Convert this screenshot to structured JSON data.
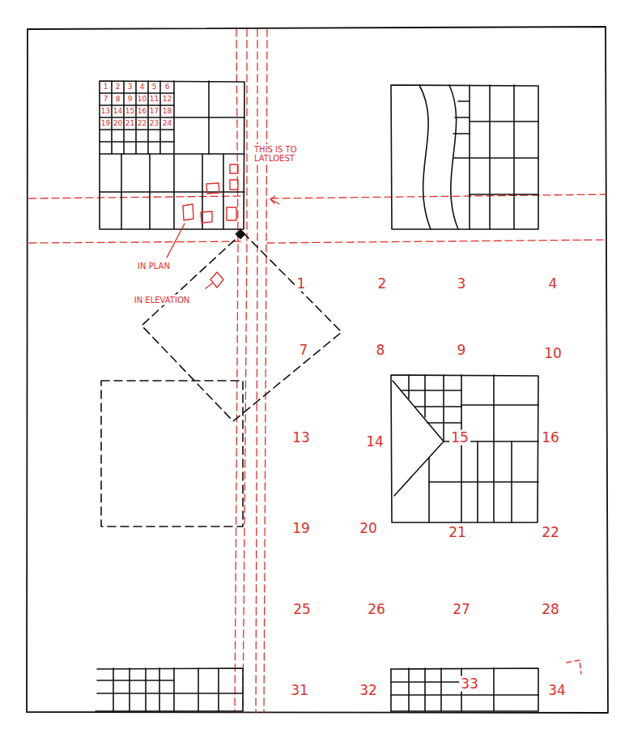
{
  "diagram": {
    "labels": [
      "1",
      "2",
      "3",
      "4",
      "5",
      "6",
      "7",
      "8",
      "9",
      "10",
      "11",
      "12",
      "13",
      "14",
      "15",
      "16",
      "17",
      "18",
      "19",
      "20",
      "21",
      "22",
      "23",
      "24",
      "THIS IS TO LATLOEST",
      "IN PLAN",
      "IN ELEVATION",
      "1",
      "2",
      "3",
      "4",
      "7",
      "8",
      "9",
      "10",
      "13",
      "14",
      "15",
      "16",
      "19",
      "20",
      "21",
      "22",
      "25",
      "26",
      "27",
      "28",
      "31",
      "32",
      "33",
      "34"
    ]
  }
}
